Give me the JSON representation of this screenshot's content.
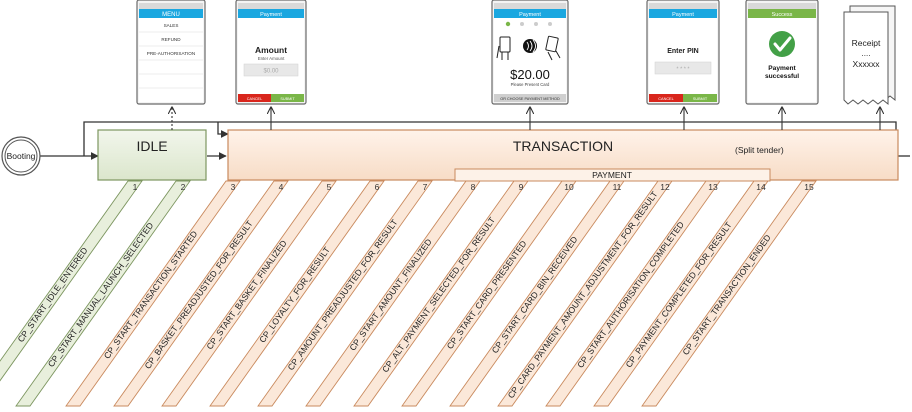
{
  "states": {
    "booting": "Booting",
    "idle": "IDLE",
    "transaction": "TRANSACTION",
    "split_tender": "(Split tender)",
    "payment": "PAYMENT"
  },
  "screens": {
    "menu": {
      "title": "MENU",
      "items": [
        "SALES",
        "REFUND",
        "PRE-AUTHORISATION"
      ]
    },
    "amount": {
      "title": "Payment",
      "heading": "Amount",
      "sub": "Enter Amount",
      "value": "$0.00",
      "cancel": "CANCEL",
      "submit": "SUBMIT"
    },
    "present": {
      "title": "Payment",
      "amount": "$20.00",
      "sub": "Please Present Card",
      "alt": "OR CHOOSE PAYMENT METHOD"
    },
    "pin": {
      "title": "Payment",
      "heading": "Enter PIN",
      "value": "* * * *",
      "cancel": "CANCEL",
      "submit": "SUBMIT"
    },
    "success": {
      "title": "Success",
      "line1": "Payment",
      "line2": "successful"
    },
    "receipt": {
      "line1": "Receipt",
      "line2": "....",
      "line3": "Xxxxxx"
    }
  },
  "events": [
    {
      "num": "1",
      "label": "CP_START_IDLE_ENTERED"
    },
    {
      "num": "2",
      "label": "CP_START_MANUAL_LAUNCH_SELECTED"
    },
    {
      "num": "3",
      "label": "CP_START_TRANSACTION_STARTED"
    },
    {
      "num": "4",
      "label": "CP_BASKET_PREADJUSTED_FOR_RESULT"
    },
    {
      "num": "5",
      "label": "CP_START_BASKET_FINALIZED"
    },
    {
      "num": "6",
      "label": "CP_LOYALTY_FOR_RESULT"
    },
    {
      "num": "7",
      "label": "CP_AMOUNT_PREADJUSTED_FOR_RESULT"
    },
    {
      "num": "8",
      "label": "CP_START_AMOUNT_FINALIZED"
    },
    {
      "num": "9",
      "label": "CP_ALT_PAYMENT_SELECTED_FOR_RESULT"
    },
    {
      "num": "10",
      "label": "CP_START_CARD_PRESENTED"
    },
    {
      "num": "11",
      "label": "CP_START_CARD_BIN_RECEIVED"
    },
    {
      "num": "12",
      "label": "CP_CARD_PAYMENT_AMOUNT_ADJUSTMENT_FOR_RESULT"
    },
    {
      "num": "13",
      "label": "CP_START_AUTHORISATION_COMPLETED"
    },
    {
      "num": "14",
      "label": "CP_PAYMENT_COMPLETED_FOR_RESULT"
    },
    {
      "num": "15",
      "label": "CP_START_TRANSACTION_ENDED"
    }
  ],
  "colors": {
    "idle_fill": "#e8efdc",
    "idle_stroke": "#7d9660",
    "txn_fill": "#fbe8d9",
    "txn_stroke": "#c98a5e",
    "header_blue": "#1aa7e0",
    "header_green": "#7ab648",
    "cancel_red": "#d9261c",
    "submit_green": "#7ab648",
    "check_green": "#43a047"
  }
}
